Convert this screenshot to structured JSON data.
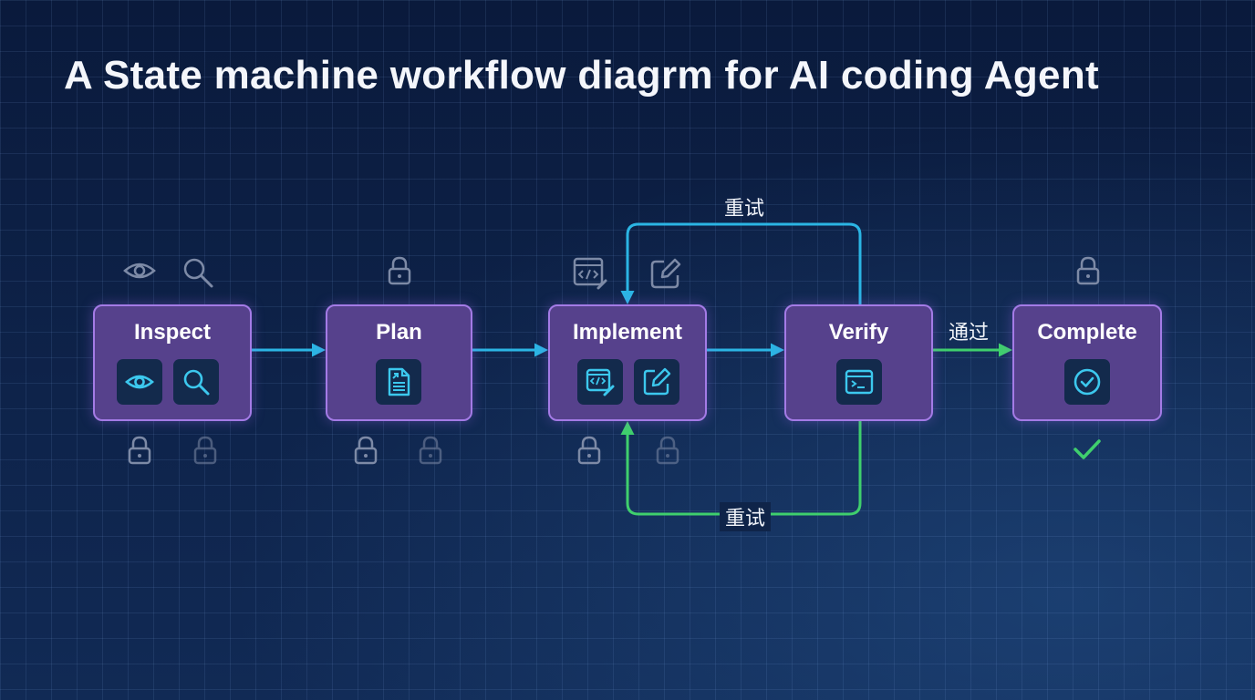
{
  "title": "A State machine workflow diagrm for AI coding Agent",
  "nodes": [
    {
      "id": "inspect",
      "label": "Inspect",
      "icons": [
        "eye-icon",
        "magnifier-icon"
      ]
    },
    {
      "id": "plan",
      "label": "Plan",
      "icons": [
        "document-icon"
      ]
    },
    {
      "id": "implement",
      "label": "Implement",
      "icons": [
        "code-window-icon",
        "edit-icon"
      ]
    },
    {
      "id": "verify",
      "label": "Verify",
      "icons": [
        "terminal-icon"
      ]
    },
    {
      "id": "complete",
      "label": "Complete",
      "icons": [
        "check-circle-icon"
      ]
    }
  ],
  "edges": {
    "retry_top": "重试",
    "retry_bottom": "重试",
    "pass": "通过"
  },
  "colors": {
    "node_fill": "#56418c",
    "node_border": "#a47be6",
    "icon_cyan": "#3cc8ee",
    "flow_arrow": "#2bb5e4",
    "pass_green": "#3fcf6d",
    "ghost_gray": "#7d8aa6"
  }
}
